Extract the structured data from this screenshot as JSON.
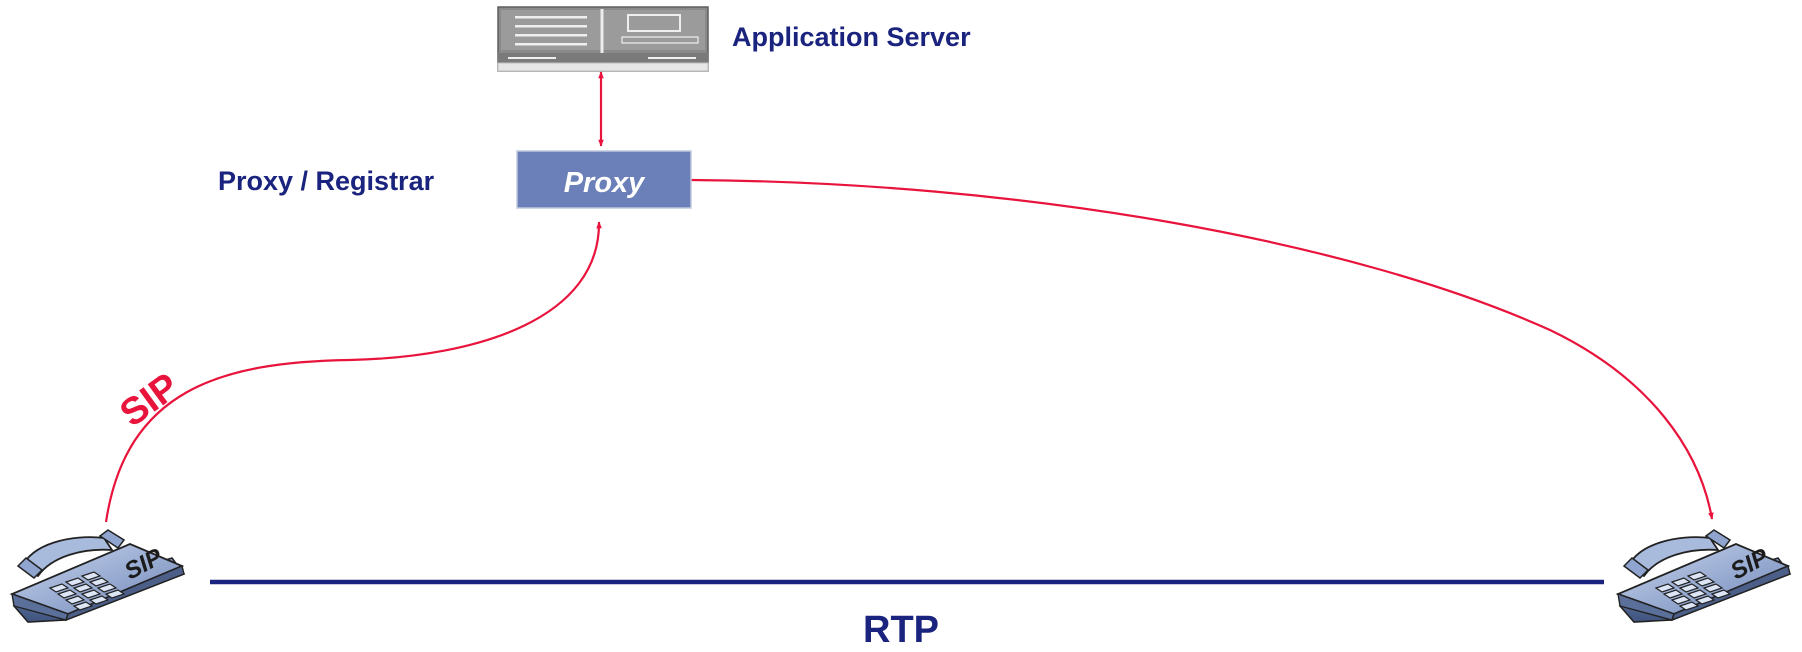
{
  "labels": {
    "app_server": "Application Server",
    "proxy_registrar": "Proxy / Registrar",
    "proxy_box": "Proxy",
    "sip_signal": "SIP",
    "rtp_media": "RTP",
    "phone_badge": "SIP"
  },
  "colors": {
    "signaling": "#E8143C",
    "media": "#1A237E",
    "label_blue": "#1A237E",
    "proxy_fill": "#6B7FB8",
    "server_fill": "#8A8A8A"
  },
  "icons": {
    "server": "application-server-icon",
    "phone": "sip-phone-icon"
  }
}
